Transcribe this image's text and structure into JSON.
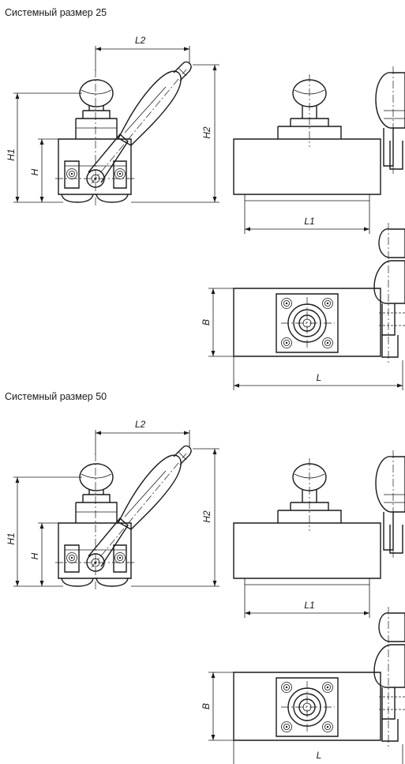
{
  "sections": [
    {
      "caption": "Системный размер 25",
      "labels": {
        "l2": "L2",
        "h1": "H1",
        "h": "H",
        "h2": "H2",
        "l1": "L1",
        "b": "B",
        "l": "L"
      }
    },
    {
      "caption": "Системный размер 50",
      "labels": {
        "l2": "L2",
        "h1": "H1",
        "h": "H",
        "h2": "H2",
        "l1": "L1",
        "b": "B",
        "l": "L"
      }
    }
  ]
}
